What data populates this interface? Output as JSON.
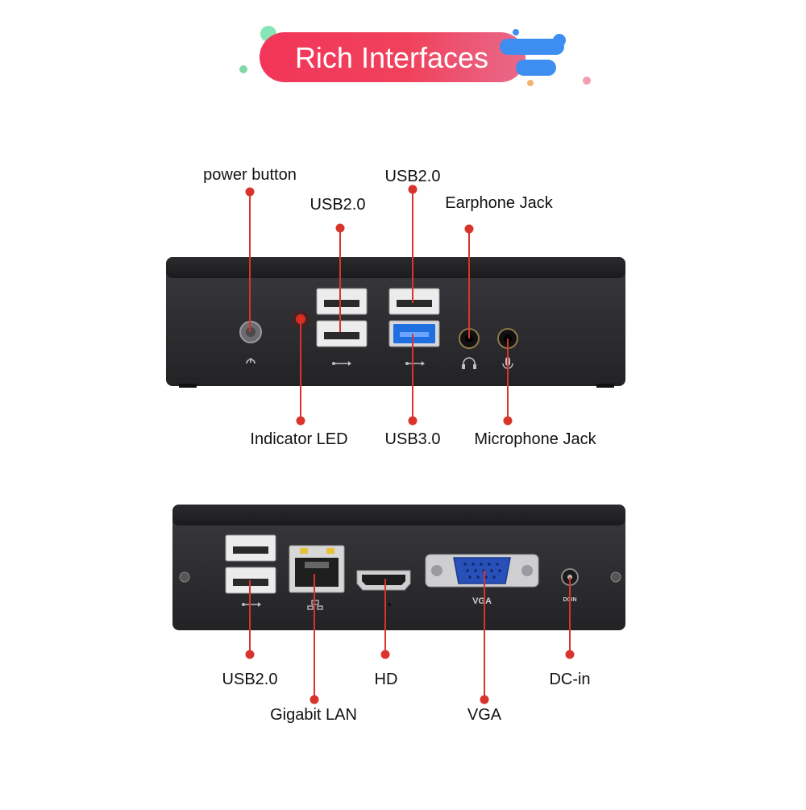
{
  "banner": {
    "title": "Rich Interfaces"
  },
  "front_panel": {
    "callouts": [
      {
        "id": "power",
        "label": "power button"
      },
      {
        "id": "usb2-left",
        "label": "USB2.0"
      },
      {
        "id": "usb2-right",
        "label": "USB2.0"
      },
      {
        "id": "earphone",
        "label": "Earphone Jack"
      },
      {
        "id": "indicator",
        "label": "Indicator LED"
      },
      {
        "id": "usb3",
        "label": "USB3.0"
      },
      {
        "id": "microphone",
        "label": "Microphone Jack"
      }
    ]
  },
  "rear_panel": {
    "vga_print": "VGA",
    "dcin_print": "DCIN",
    "callouts": [
      {
        "id": "usb2-rear",
        "label": "USB2.0"
      },
      {
        "id": "lan",
        "label": "Gigabit LAN"
      },
      {
        "id": "hd",
        "label": "HD"
      },
      {
        "id": "vga",
        "label": "VGA"
      },
      {
        "id": "dcin",
        "label": "DC-in"
      }
    ]
  },
  "colors": {
    "accent": "#d9342b",
    "usb3_blue": "#1f6fe0",
    "vga_blue": "#2950b8",
    "case": "#2a2a2d",
    "banner_pink": "#f0415c",
    "banner_blue": "#3d8ef0"
  },
  "icons": [
    "power-icon",
    "usb-icon",
    "headphone-icon",
    "microphone-icon",
    "network-icon"
  ]
}
